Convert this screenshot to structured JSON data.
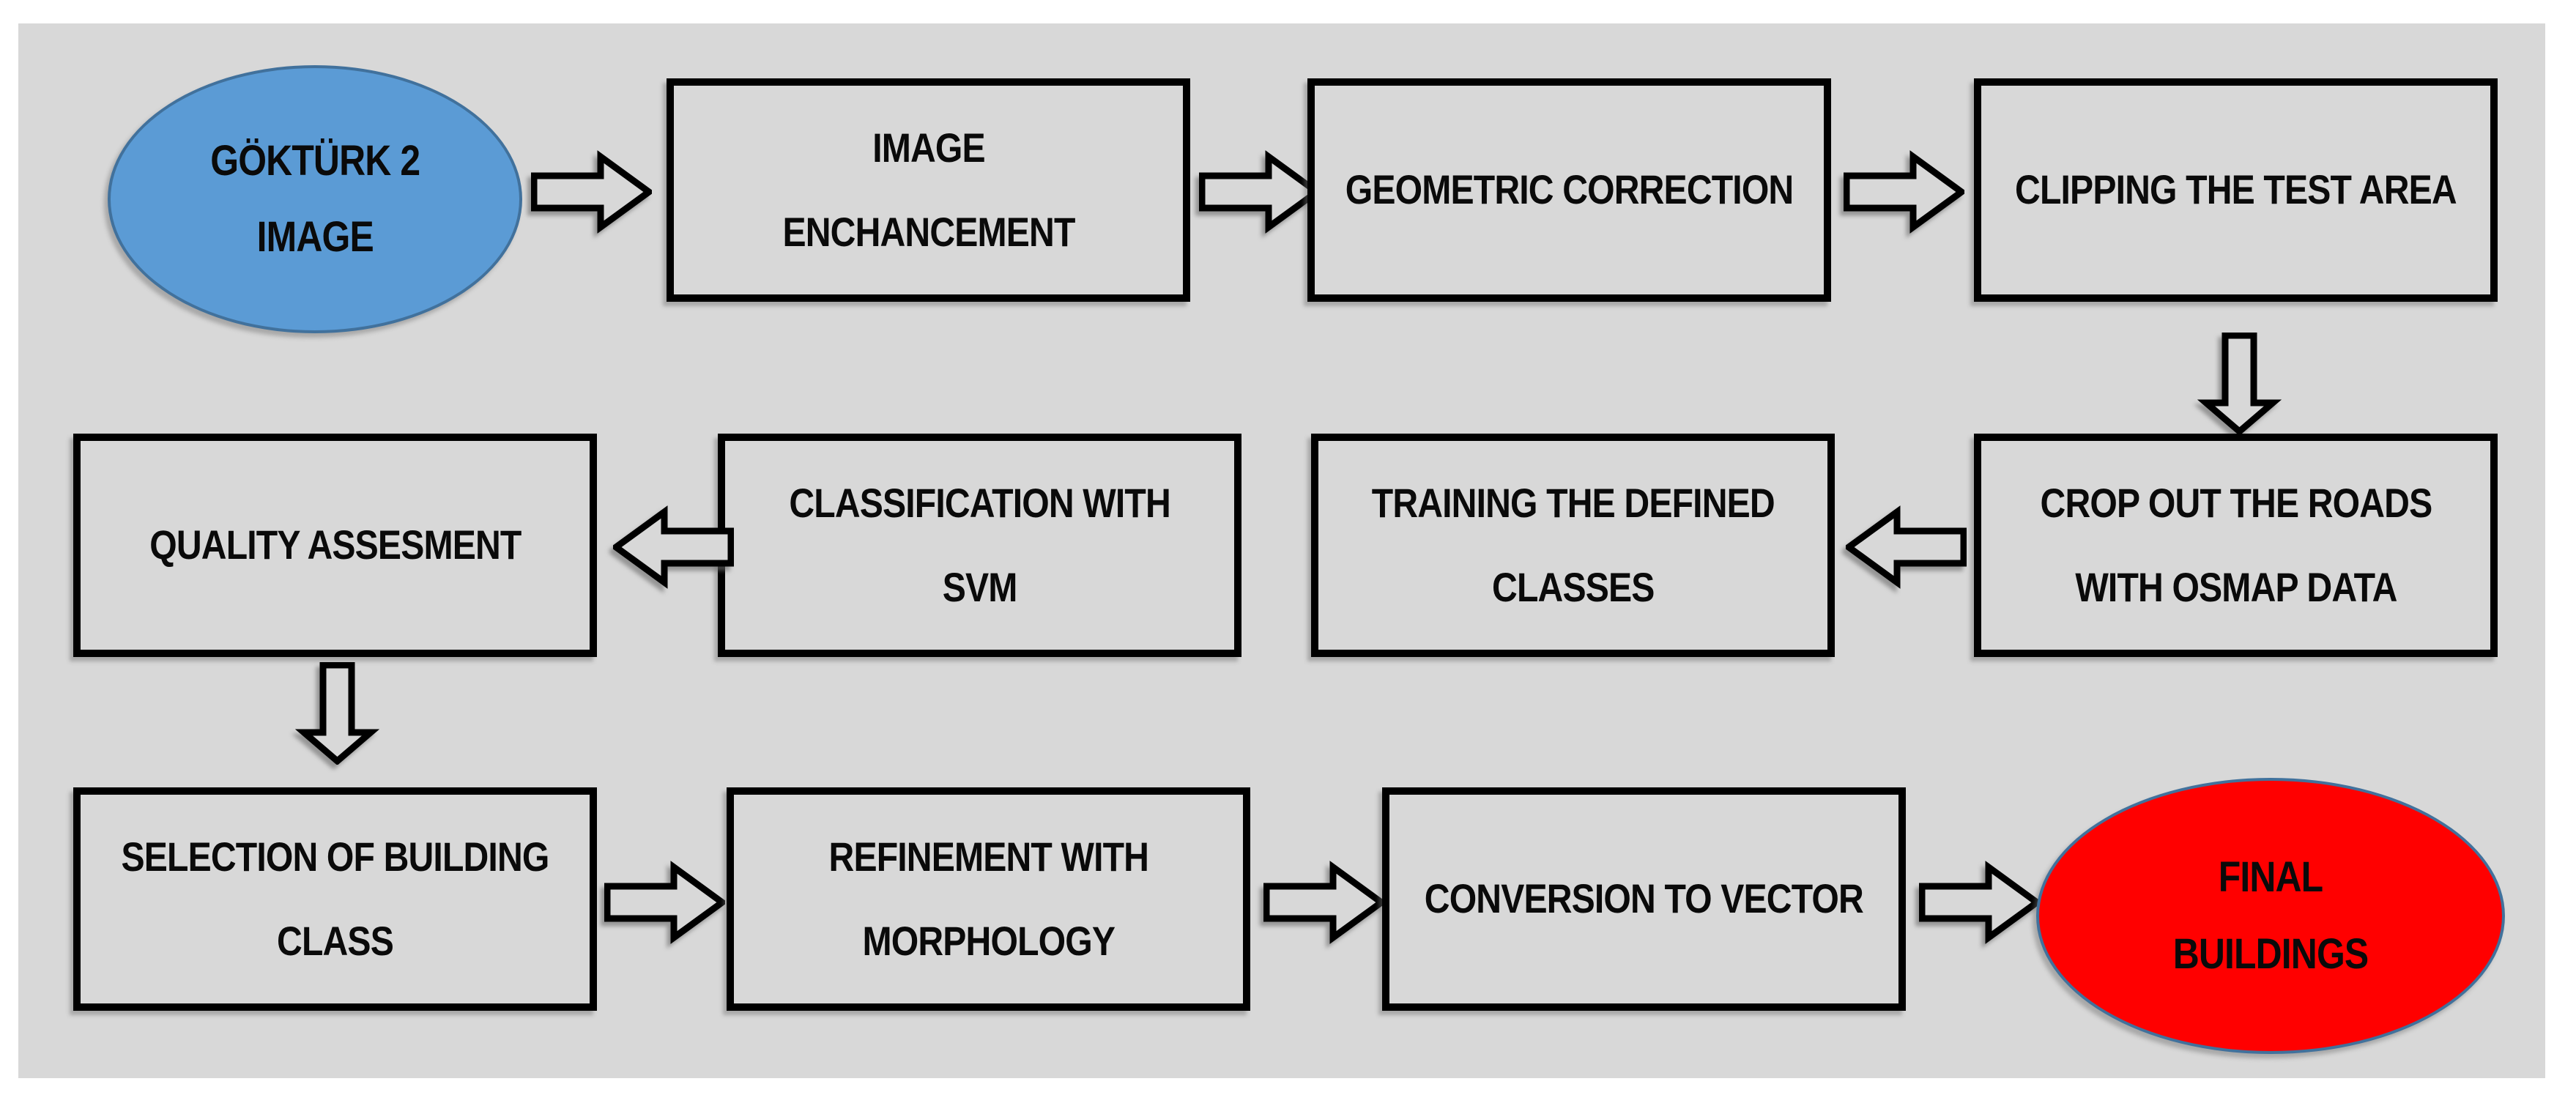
{
  "canvas": {
    "background": "#d8d8d8",
    "page_background": "#ffffff"
  },
  "colors": {
    "box_fill": "#d8d8d8",
    "box_border": "#000000",
    "start_fill": "#5b9bd5",
    "start_border": "#41719c",
    "end_fill": "#ff0000",
    "end_border": "#41719c",
    "arrow_fill": "#d8d8d8",
    "arrow_border": "#000000",
    "text": "#0a0a0a"
  },
  "nodes": [
    {
      "id": "goturk-2-image",
      "shape": "ellipse",
      "label": "GÖKTÜRK 2\nIMAGE"
    },
    {
      "id": "image-enchancement",
      "shape": "rect",
      "label": "IMAGE\nENCHANCEMENT"
    },
    {
      "id": "geometric-correction",
      "shape": "rect",
      "label": "GEOMETRIC CORRECTION"
    },
    {
      "id": "clipping-the-test-area",
      "shape": "rect",
      "label": "CLIPPING THE TEST AREA"
    },
    {
      "id": "crop-out-roads-osmap",
      "shape": "rect",
      "label": "CROP OUT THE ROADS\nWITH OSMAP DATA"
    },
    {
      "id": "training-defined-classes",
      "shape": "rect",
      "label": "TRAINING THE DEFINED\nCLASSES"
    },
    {
      "id": "classification-with-svm",
      "shape": "rect",
      "label": "CLASSIFICATION WITH\nSVM"
    },
    {
      "id": "quality-assesment",
      "shape": "rect",
      "label": "QUALITY ASSESMENT"
    },
    {
      "id": "selection-building-class",
      "shape": "rect",
      "label": "SELECTION OF BUILDING\nCLASS"
    },
    {
      "id": "refinement-morphology",
      "shape": "rect",
      "label": "REFINEMENT WITH\nMORPHOLOGY"
    },
    {
      "id": "conversion-to-vector",
      "shape": "rect",
      "label": "CONVERSION TO VECTOR"
    },
    {
      "id": "final-buildings",
      "shape": "ellipse",
      "label": "FINAL\nBUILDINGS"
    }
  ],
  "arrows": [
    {
      "from": "goturk-2-image",
      "to": "image-enchancement",
      "direction": "right"
    },
    {
      "from": "image-enchancement",
      "to": "geometric-correction",
      "direction": "right"
    },
    {
      "from": "geometric-correction",
      "to": "clipping-the-test-area",
      "direction": "right"
    },
    {
      "from": "clipping-the-test-area",
      "to": "crop-out-roads-osmap",
      "direction": "down"
    },
    {
      "from": "crop-out-roads-osmap",
      "to": "training-defined-classes",
      "direction": "left"
    },
    {
      "from": "classification-with-svm",
      "to": "quality-assesment",
      "direction": "left"
    },
    {
      "from": "quality-assesment",
      "to": "selection-building-class",
      "direction": "down"
    },
    {
      "from": "selection-building-class",
      "to": "refinement-morphology",
      "direction": "right"
    },
    {
      "from": "refinement-morphology",
      "to": "conversion-to-vector",
      "direction": "right"
    },
    {
      "from": "conversion-to-vector",
      "to": "final-buildings",
      "direction": "right"
    }
  ]
}
